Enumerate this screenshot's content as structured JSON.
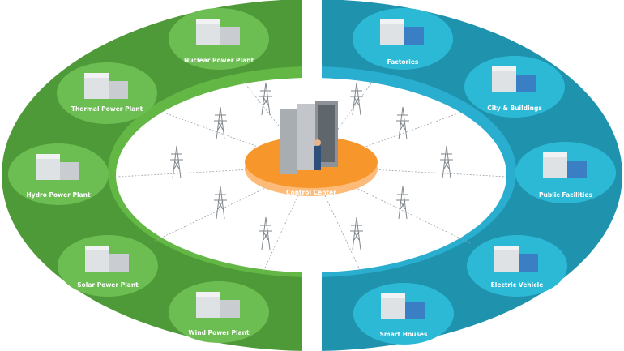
{
  "center": {
    "label": "Control Center"
  },
  "sources": [
    {
      "label": "Nuclear Power Plant",
      "icon": "nuclear-plant-icon"
    },
    {
      "label": "Thermal Power Plant",
      "icon": "thermal-plant-icon"
    },
    {
      "label": "Hydro Power Plant",
      "icon": "hydro-plant-icon"
    },
    {
      "label": "Solar Power Plant",
      "icon": "solar-panel-icon"
    },
    {
      "label": "Wind Power Plant",
      "icon": "wind-turbine-icon"
    }
  ],
  "consumers": [
    {
      "label": "Factories",
      "icon": "factory-icon"
    },
    {
      "label": "City &  Buildings",
      "icon": "city-buildings-icon"
    },
    {
      "label": "Public Facilities",
      "icon": "public-facilities-icon"
    },
    {
      "label": "Electric Vehicle",
      "icon": "electric-vehicle-icon"
    },
    {
      "label": "Smart Houses",
      "icon": "smart-houses-icon"
    }
  ],
  "colors": {
    "green": "#4e9a38",
    "green_light": "#6cbd52",
    "teal": "#1f93ad",
    "teal_light": "#2cb9d6",
    "orange": "#f7962b"
  }
}
